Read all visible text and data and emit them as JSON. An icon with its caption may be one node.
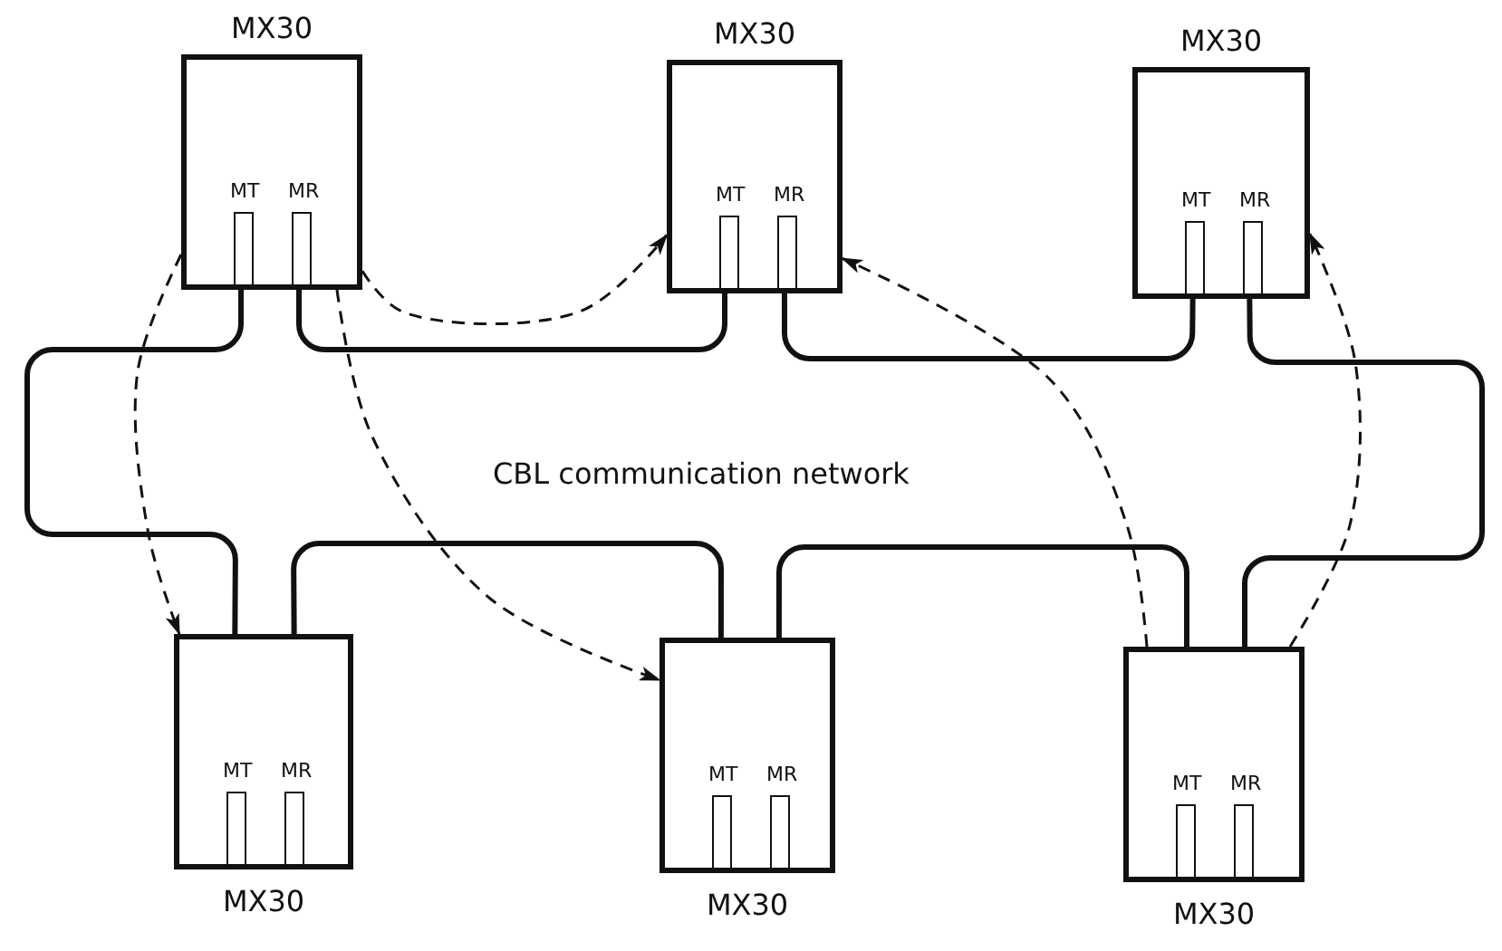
{
  "diagram": {
    "nodes": [
      {
        "text": [
          "MX30"
        ]
      },
      {
        "text": [
          "MT"
        ],
        "in": 0
      },
      {
        "text": [
          "MR"
        ],
        "in": 0
      },
      {
        "text": [
          "MX30"
        ]
      },
      {
        "text": [
          "MT"
        ],
        "in": 3
      },
      {
        "text": [
          "MR"
        ],
        "in": 3
      },
      {
        "text": [
          "MX30"
        ]
      },
      {
        "text": [
          "MT"
        ],
        "in": 6
      },
      {
        "text": [
          "MR"
        ],
        "in": 6
      },
      {
        "text": [
          "MX30"
        ]
      },
      {
        "text": [
          "MT"
        ],
        "in": 9
      },
      {
        "text": [
          "MR"
        ],
        "in": 9
      },
      {
        "text": [
          "MX30"
        ]
      },
      {
        "text": [
          "MT"
        ],
        "in": 12
      },
      {
        "text": [
          "MR"
        ],
        "in": 12
      },
      {
        "text": [
          "MX30"
        ]
      },
      {
        "text": [
          "MT"
        ],
        "in": 15
      },
      {
        "text": [
          "MR"
        ],
        "in": 15
      }
    ],
    "edges": [
      {
        "from": 0,
        "to": 3,
        "arrow": "none"
      },
      {
        "from": 3,
        "to": 6,
        "arrow": "none"
      },
      {
        "from": 6,
        "to": 15,
        "arrow": "none"
      },
      {
        "from": 15,
        "to": 12,
        "arrow": "none"
      },
      {
        "from": 12,
        "to": 9,
        "arrow": "none"
      },
      {
        "from": 9,
        "to": 0,
        "arrow": "none"
      },
      {
        "from": 0,
        "to": 9,
        "arrow": "to",
        "style": "dashed"
      },
      {
        "from": 0,
        "to": 3,
        "arrow": "to",
        "style": "dashed"
      },
      {
        "from": 0,
        "to": 12,
        "arrow": "to",
        "style": "dashed"
      },
      {
        "from": 15,
        "to": 3,
        "arrow": "to",
        "style": "dashed"
      },
      {
        "from": 15,
        "to": 6,
        "arrow": "to",
        "style": "dashed"
      }
    ],
    "labels": [
      "CBL communication network"
    ]
  }
}
